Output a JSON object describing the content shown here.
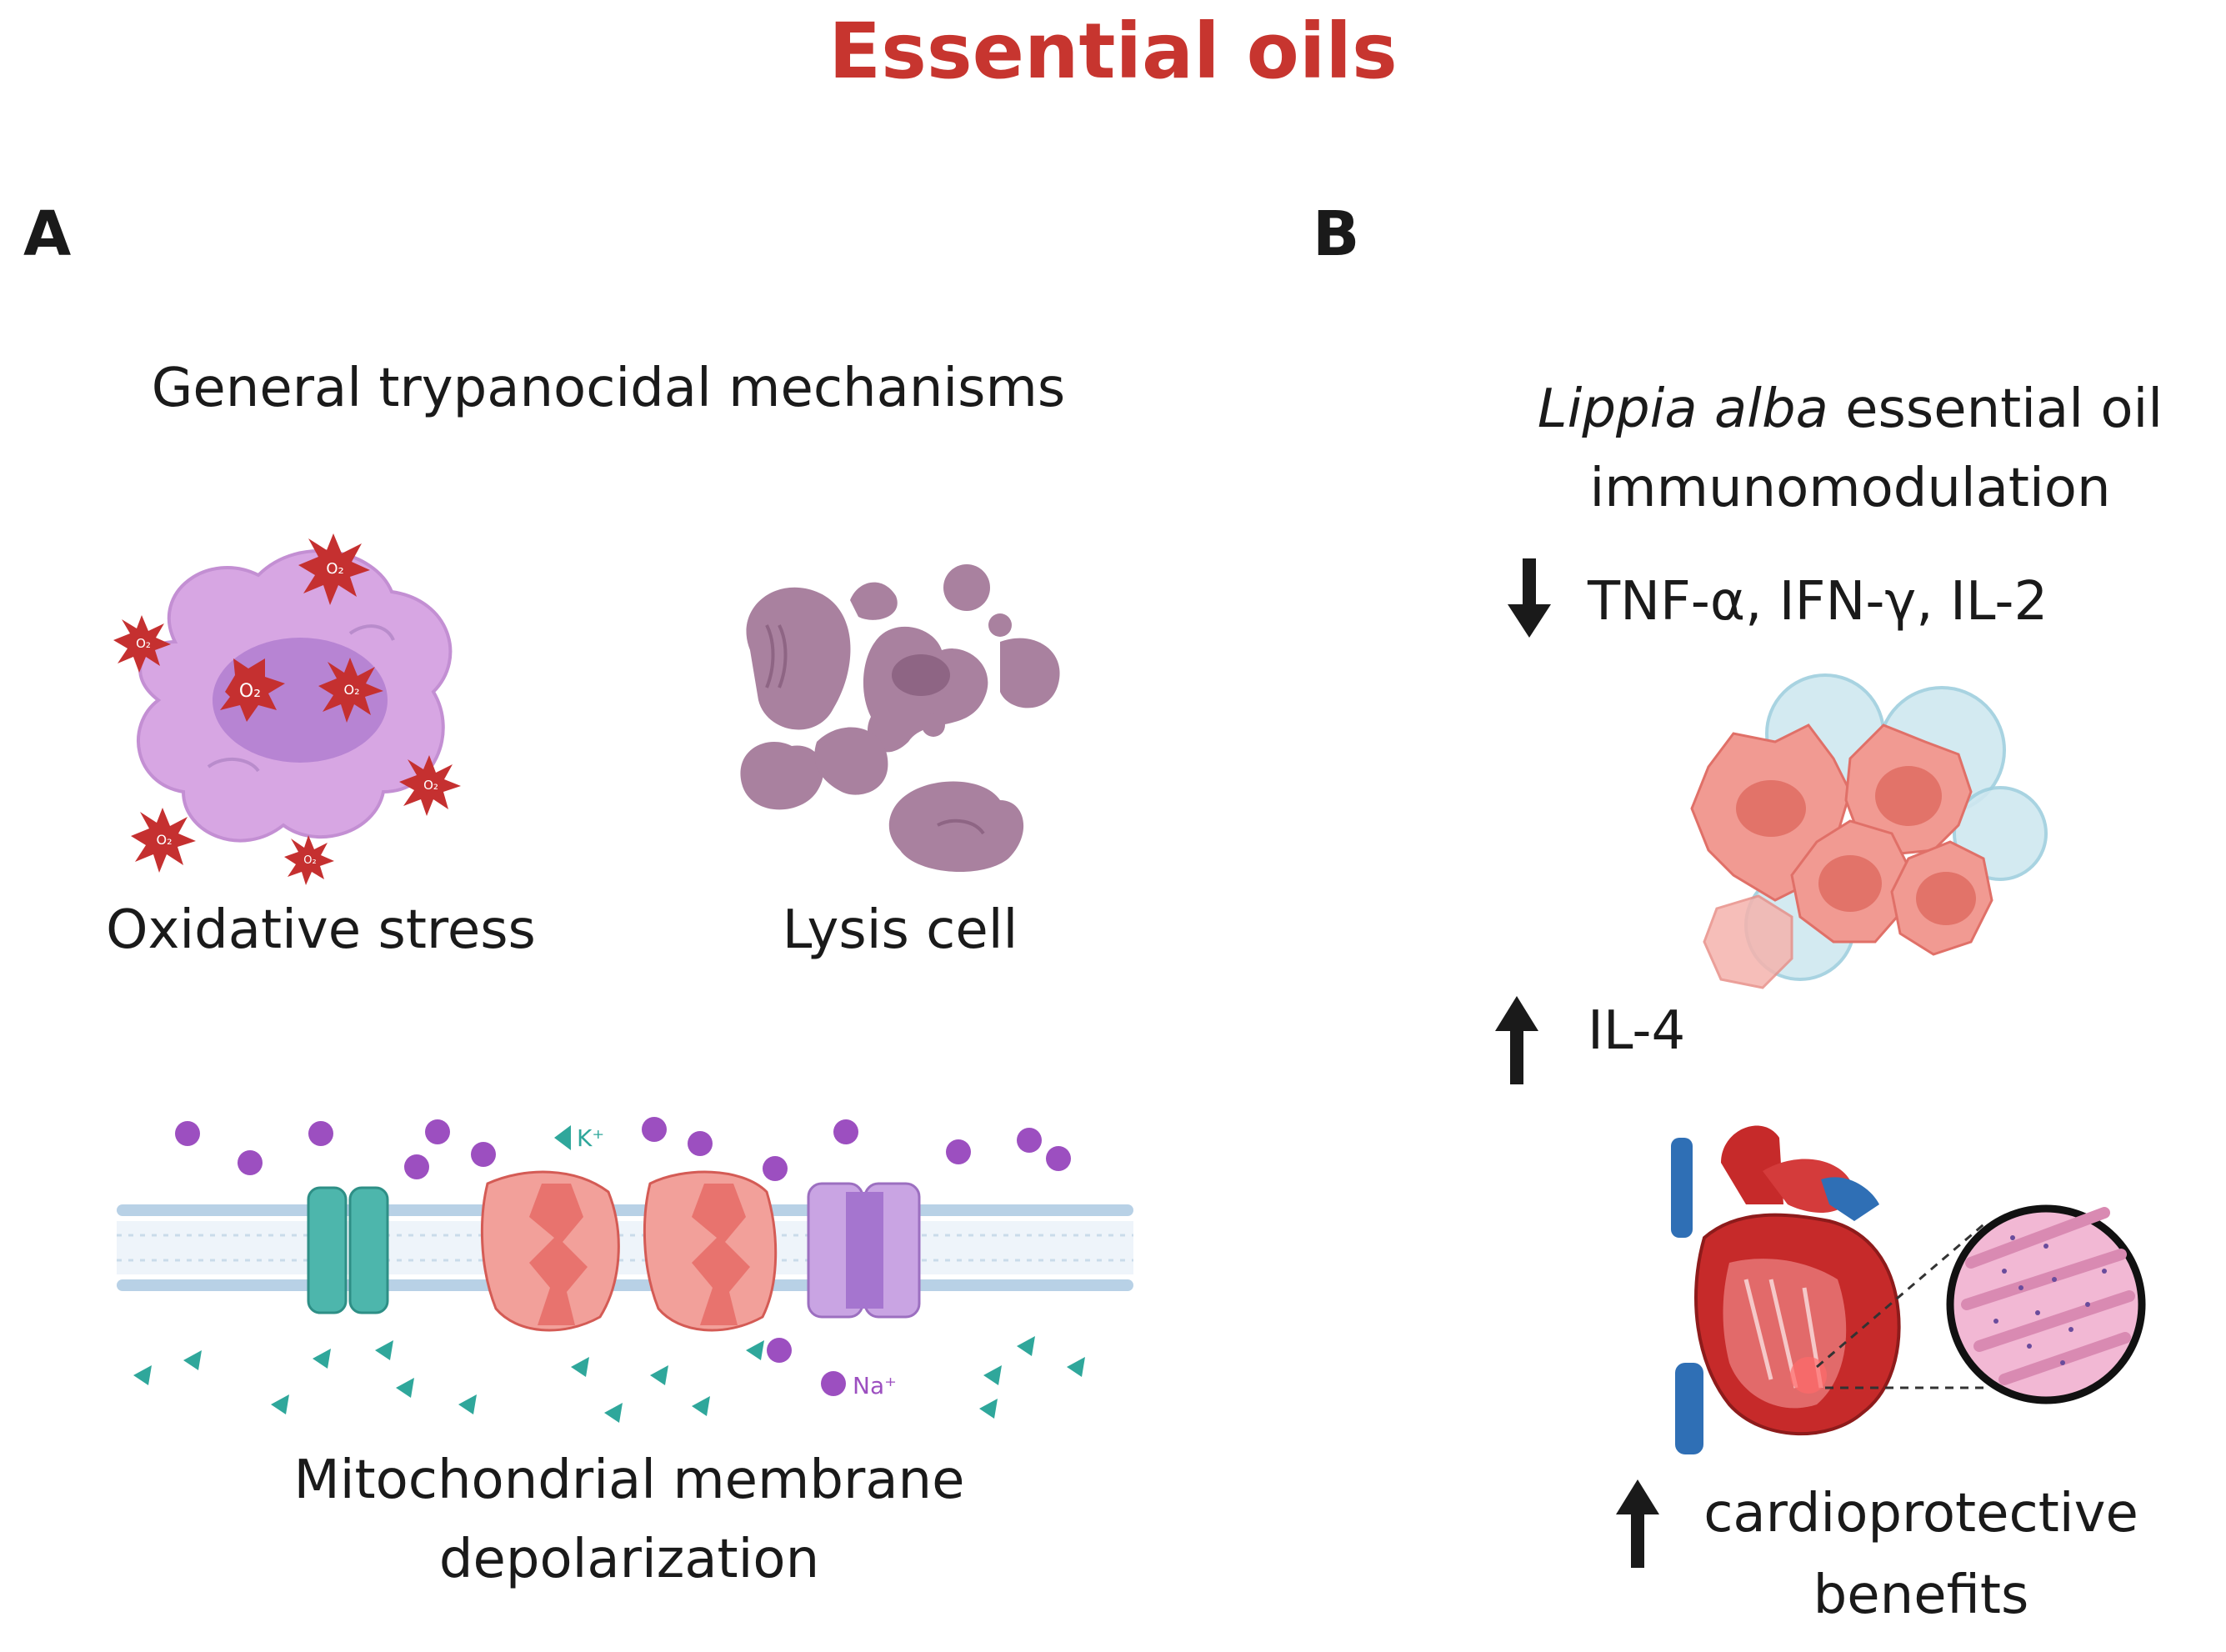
{
  "title": "Essential oils",
  "panel_a": {
    "letter": "A",
    "heading": "General trypanocidal mechanisms",
    "oxidative_label": "Oxidative stress",
    "lysis_label": "Lysis cell",
    "membrane_label_line1": "Mitochondrial membrane",
    "membrane_label_line2": "depolarization",
    "ion_k": "K⁺",
    "ion_na": "Na⁺",
    "o2_text": "O₂"
  },
  "panel_b": {
    "letter": "B",
    "heading_italic": "Lippia alba",
    "heading_rest": " essential oil",
    "heading_line2": "immunomodulation",
    "down_label": "TNF-α, IFN-γ, IL-2",
    "up_label": "IL-4",
    "cardio_line1": "cardioprotective",
    "cardio_line2": "benefits"
  },
  "colors": {
    "title": "#c7352f",
    "cell_purple": "#d7a6e3",
    "lysis_purple": "#a9819f",
    "ros_red": "#c53030",
    "teal": "#4db6ac",
    "ion_purple": "#9c4fc0",
    "channel_salmon": "#e8736e",
    "membrane_blue": "#b8d1e6",
    "heart_red": "#c62a2a",
    "vessel_blue": "#2f6fb5"
  },
  "icons": [
    "down-arrow-icon",
    "up-arrow-icon",
    "ros-star-icon",
    "ion-channel-icon",
    "heart-icon",
    "immune-cells-icon",
    "cell-icon",
    "lysed-cell-icon"
  ]
}
